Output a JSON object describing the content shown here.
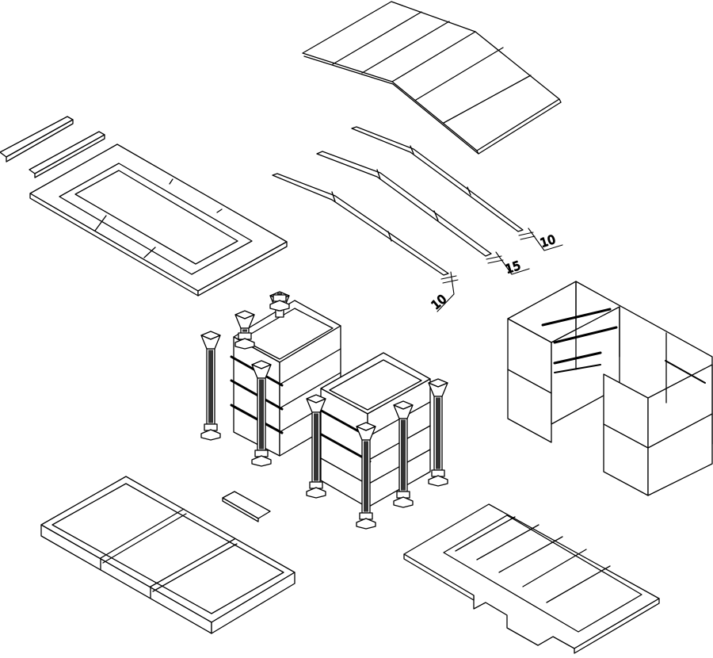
{
  "figure": {
    "stroke_color": "#000000",
    "fill_color": "#ffffff"
  },
  "dimensions": {
    "front_rafter": "10",
    "middle_rafter": "15",
    "rear_rafter": "10"
  }
}
